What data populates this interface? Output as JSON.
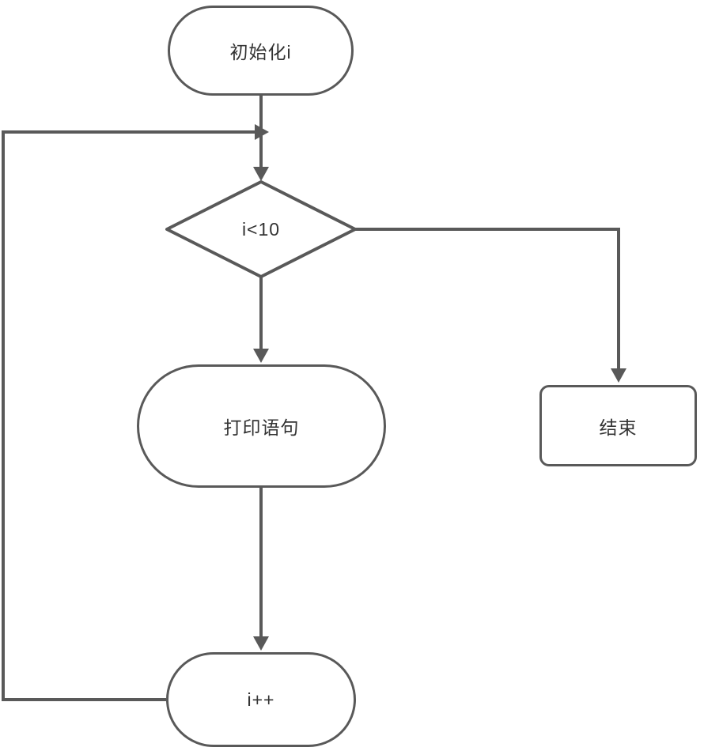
{
  "colors": {
    "stroke": "#595959",
    "text": "#333333",
    "background": "#ffffff"
  },
  "nodes": {
    "start": {
      "label": "初始化i"
    },
    "decision": {
      "label": "i<10"
    },
    "print": {
      "label": "打印语句"
    },
    "end": {
      "label": "结束"
    },
    "increment": {
      "label": "i++"
    }
  }
}
